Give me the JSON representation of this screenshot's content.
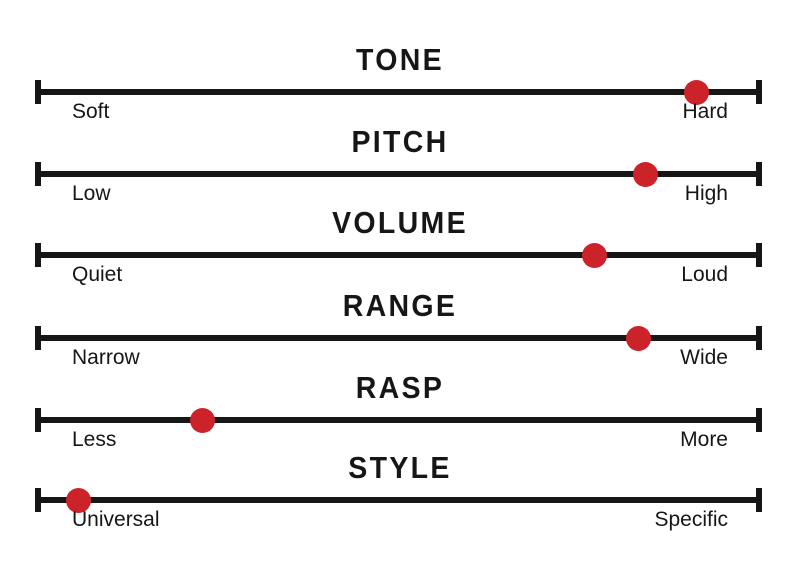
{
  "page": {
    "kind": "rating-scale-sheet",
    "background_color": "#ffffff",
    "marker_color": "#cc2229",
    "line_color": "#161616"
  },
  "chart_data": {
    "type": "scatter",
    "title": "",
    "xlabel": "",
    "ylabel": "",
    "xlim": [
      0,
      100
    ],
    "grid": false,
    "legend": null,
    "categories": [
      "TONE",
      "PITCH",
      "VOLUME",
      "RANGE",
      "RASP",
      "STYLE"
    ],
    "values": [
      91,
      84,
      77,
      83,
      23,
      6
    ],
    "annotations": [
      {
        "category": "TONE",
        "left": "Soft",
        "right": "Hard",
        "value": 91
      },
      {
        "category": "PITCH",
        "left": "Low",
        "right": "High",
        "value": 84
      },
      {
        "category": "VOLUME",
        "left": "Quiet",
        "right": "Loud",
        "value": 77
      },
      {
        "category": "RANGE",
        "left": "Narrow",
        "right": "Wide",
        "value": 83
      },
      {
        "category": "RASP",
        "left": "Less",
        "right": "More",
        "value": 23
      },
      {
        "category": "STYLE",
        "left": "Universal",
        "right": "Specific",
        "value": 6
      }
    ]
  },
  "scales": [
    {
      "id": "tone",
      "title": "TONE",
      "left_label": "Soft",
      "right_label": "Hard",
      "value_percent": 91
    },
    {
      "id": "pitch",
      "title": "PITCH",
      "left_label": "Low",
      "right_label": "High",
      "value_percent": 84
    },
    {
      "id": "volume",
      "title": "VOLUME",
      "left_label": "Quiet",
      "right_label": "Loud",
      "value_percent": 77
    },
    {
      "id": "range",
      "title": "RANGE",
      "left_label": "Narrow",
      "right_label": "Wide",
      "value_percent": 83
    },
    {
      "id": "rasp",
      "title": "RASP",
      "left_label": "Less",
      "right_label": "More",
      "value_percent": 23
    },
    {
      "id": "style",
      "title": "STYLE",
      "left_label": "Universal",
      "right_label": "Specific",
      "value_percent": 6
    }
  ]
}
